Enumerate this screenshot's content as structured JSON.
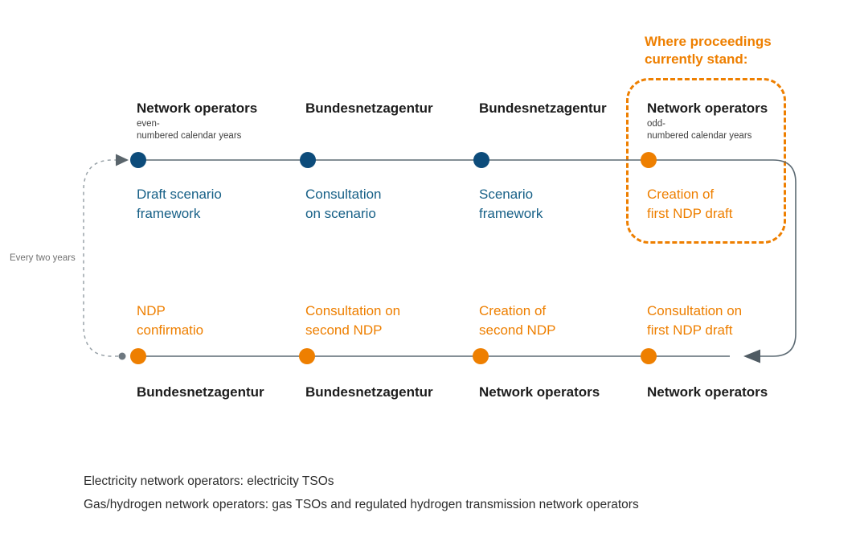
{
  "annotation": {
    "heading": "Where proceedings currently stand:"
  },
  "cycle": {
    "label": "Every two years"
  },
  "colors": {
    "accent_orange": "#EE7F00",
    "node_blue": "#0D4C7B",
    "text_blue": "#176087",
    "line_gray": "#5C6A73",
    "dashed_loop_gray": "#99A2A8"
  },
  "top_row": {
    "steps": [
      {
        "actor": "Network operators",
        "actor_sub": "even-\nnumbered calendar years",
        "step": "Draft scenario\nframework",
        "node_color": "blue",
        "current": false
      },
      {
        "actor": "Bundesnetzagentur",
        "actor_sub": "",
        "step": "Consultation\non scenario",
        "node_color": "blue",
        "current": false
      },
      {
        "actor": "Bundesnetzagentur",
        "actor_sub": "",
        "step": "Scenario\nframework",
        "node_color": "blue",
        "current": false
      },
      {
        "actor": "Network operators",
        "actor_sub": "odd-\nnumbered calendar years",
        "step": "Creation of\nfirst NDP draft",
        "node_color": "orange",
        "current": true
      }
    ]
  },
  "bottom_row": {
    "steps": [
      {
        "step": "NDP\nconfirmatio",
        "actor": "Bundesnetzagentur",
        "node_color": "orange"
      },
      {
        "step": "Consultation on\nsecond NDP",
        "actor": "Bundesnetzagentur",
        "node_color": "orange"
      },
      {
        "step": "Creation of\nsecond NDP",
        "actor": "Network operators",
        "node_color": "orange"
      },
      {
        "step": "Consultation on\nfirst NDP draft",
        "actor": "Network operators",
        "node_color": "orange"
      }
    ]
  },
  "footnotes": {
    "line1": "Electricity network operators: electricity TSOs",
    "line2": "Gas/hydrogen network operators: gas TSOs and regulated hydrogen transmission network operators"
  }
}
